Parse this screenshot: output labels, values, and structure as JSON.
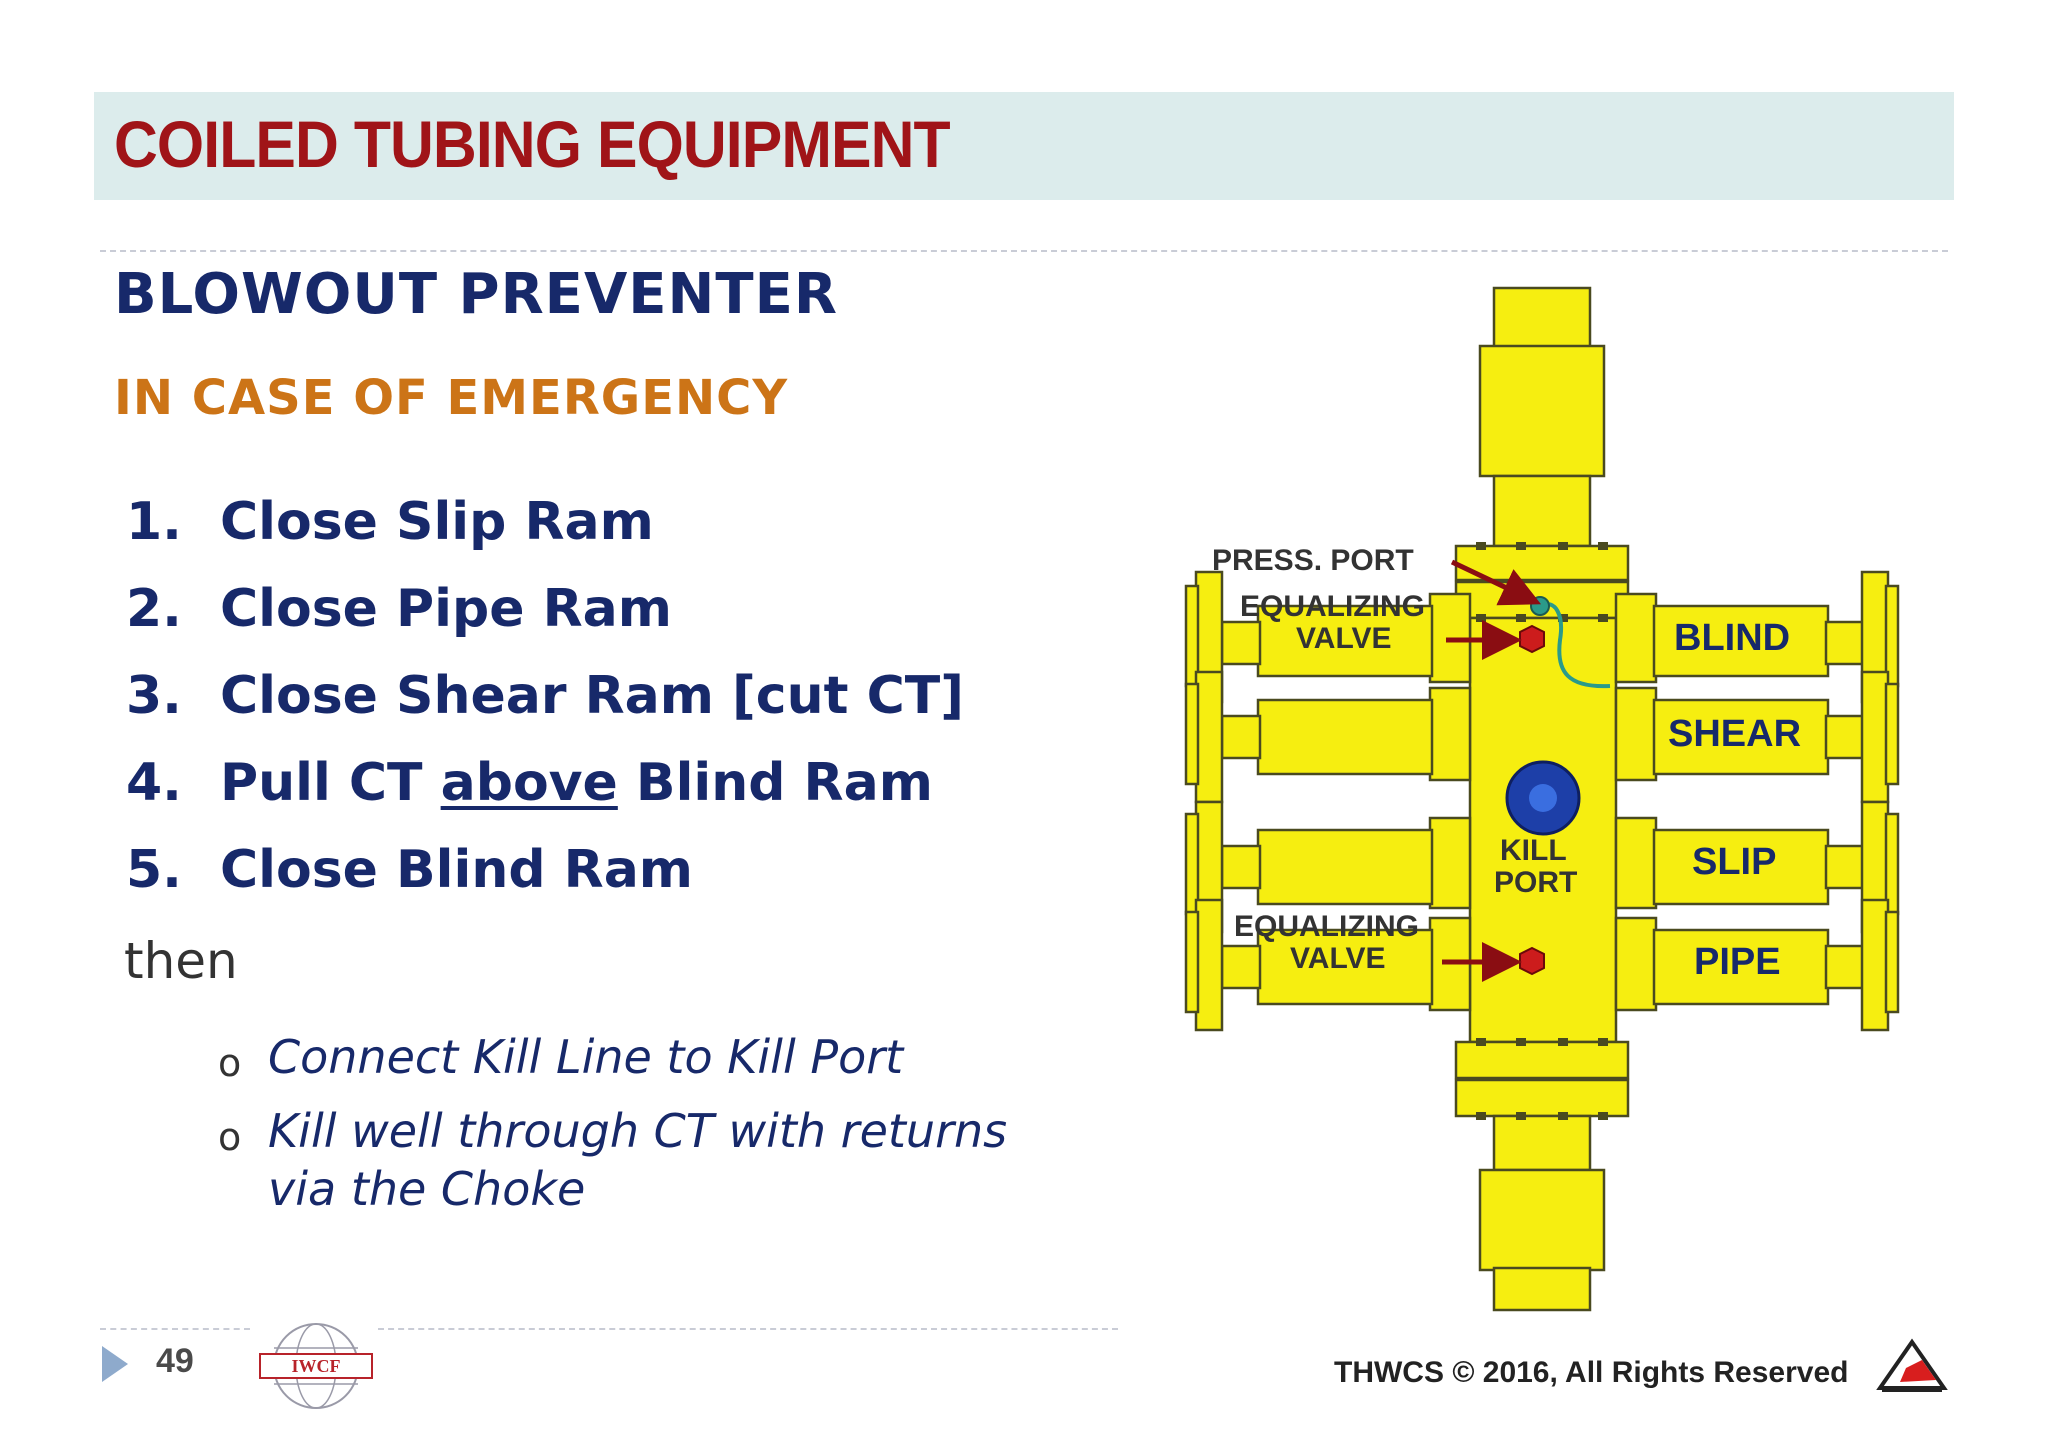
{
  "header": {
    "title": "COILED TUBING EQUIPMENT"
  },
  "content": {
    "heading": "BLOWOUT PREVENTER",
    "subheading": "IN CASE OF EMERGENCY",
    "steps": [
      {
        "num": "1.",
        "text": "Close Slip Ram"
      },
      {
        "num": "2.",
        "text": "Close Pipe Ram"
      },
      {
        "num": "3.",
        "text": "Close Shear Ram [cut CT]"
      },
      {
        "num": "4.",
        "pre": "Pull CT ",
        "emph": "above",
        "post": " Blind Ram"
      },
      {
        "num": "5.",
        "text": "Close Blind Ram"
      }
    ],
    "then": "then",
    "sub_bullet": "o",
    "sub_items": [
      "Connect Kill Line to Kill Port",
      "Kill well through CT with returns via the Choke"
    ]
  },
  "figure": {
    "labels": {
      "press_port": "PRESS. PORT",
      "equalizing_valve_top_1": "EQUALIZING",
      "equalizing_valve_top_2": "VALVE",
      "equalizing_valve_bottom_1": "EQUALIZING",
      "equalizing_valve_bottom_2": "VALVE",
      "kill_port_1": "KILL",
      "kill_port_2": "PORT",
      "blind": "BLIND",
      "shear": "SHEAR",
      "slip": "SLIP",
      "pipe": "PIPE"
    },
    "colors": {
      "body": "#f6ee10",
      "outline": "#4a4a20",
      "label_ram": "#17296a",
      "label_dark": "#333333",
      "arrow": "#8a0d12",
      "valve": "#cc1c1c",
      "kill_port": "#1d3fa8",
      "hose": "#2a9a8a"
    }
  },
  "footer": {
    "page_number": "49",
    "left_logo_text": "IWCF",
    "copyright": "THWCS © 2016, All Rights Reserved"
  },
  "theme": {
    "title_bar_bg": "#dcecec",
    "title_color": "#a01418",
    "heading_color": "#17296a",
    "subheading_color": "#cc7417"
  }
}
